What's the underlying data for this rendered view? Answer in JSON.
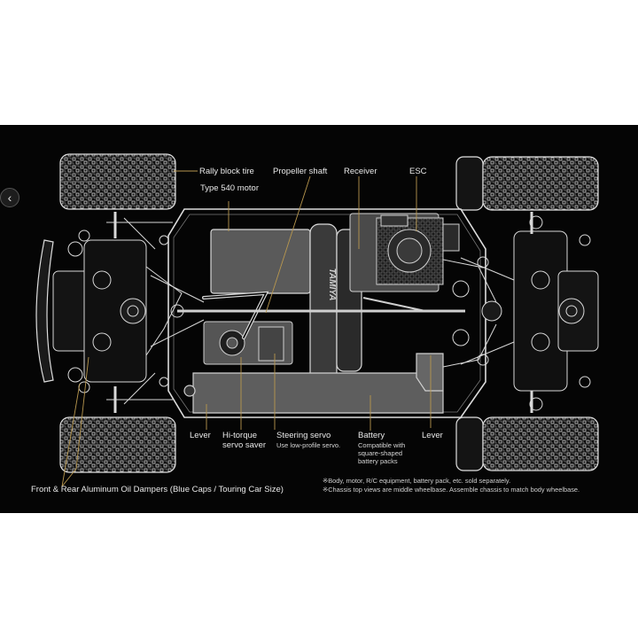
{
  "labels": {
    "rally_block_tire": "Rally block tire",
    "type_540_motor": "Type 540 motor",
    "propeller_shaft": "Propeller shaft",
    "receiver": "Receiver",
    "esc": "ESC",
    "lever_left": "Lever",
    "hi_torque_line1": "Hi-torque",
    "hi_torque_line2": "servo saver",
    "steering_servo": "Steering servo",
    "steering_servo_sub": "Use low-profile servo.",
    "battery": "Battery",
    "battery_sub1": "Compatible with",
    "battery_sub2": "square-shaped",
    "battery_sub3": "battery packs",
    "lever_right": "Lever",
    "dampers": "Front & Rear Aluminum Oil Dampers (Blue Caps / Touring Car Size)"
  },
  "notes": {
    "note1": "※Body, motor, R/C equipment, battery pack, etc. sold separately.",
    "note2": "※Chassis top views are middle wheelbase. Assemble chassis to match body wheelbase."
  },
  "motor_text": "TAMIYA",
  "navigation": {
    "prev_icon": "chevron-left-icon"
  },
  "colors": {
    "leader_line": "#b8974e",
    "background": "#050505",
    "line_art": "#d8d8d8"
  }
}
